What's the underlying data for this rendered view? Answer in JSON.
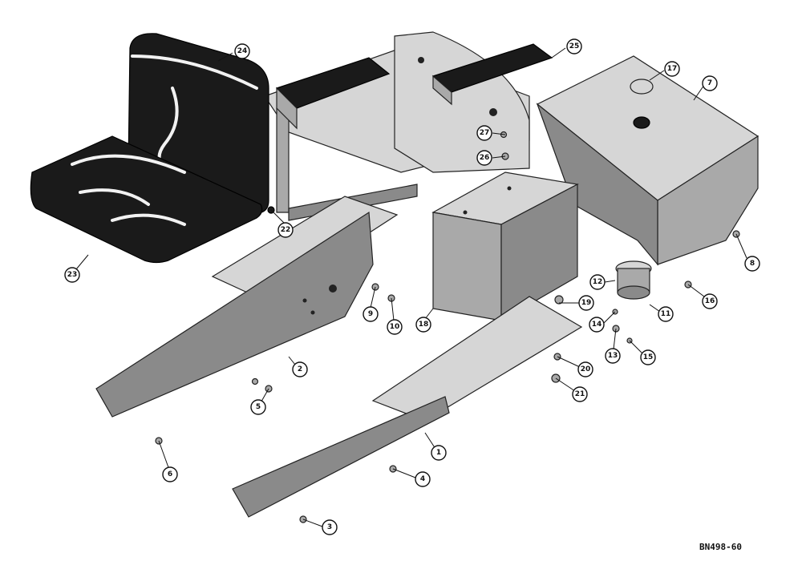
{
  "drawing_code": "BN498-60",
  "callouts": [
    {
      "label": "1"
    },
    {
      "label": "2"
    },
    {
      "label": "3"
    },
    {
      "label": "4"
    },
    {
      "label": "5"
    },
    {
      "label": "6"
    },
    {
      "label": "7"
    },
    {
      "label": "8"
    },
    {
      "label": "9"
    },
    {
      "label": "10"
    },
    {
      "label": "11"
    },
    {
      "label": "12"
    },
    {
      "label": "13"
    },
    {
      "label": "14"
    },
    {
      "label": "15"
    },
    {
      "label": "16"
    },
    {
      "label": "17"
    },
    {
      "label": "18"
    },
    {
      "label": "19"
    },
    {
      "label": "20"
    },
    {
      "label": "21"
    },
    {
      "label": "22"
    },
    {
      "label": "23"
    },
    {
      "label": "24"
    },
    {
      "label": "25"
    },
    {
      "label": "26"
    },
    {
      "label": "27"
    }
  ]
}
